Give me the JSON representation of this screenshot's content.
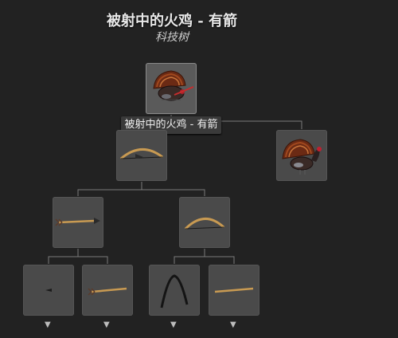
{
  "page": {
    "title": "被射中的火鸡 - 有箭",
    "subtitle": "科技树"
  },
  "tooltip": "被射中的火鸡 - 有箭",
  "nodes": [
    {
      "id": "root",
      "icon": "shot-turkey-with-arrow-icon"
    },
    {
      "id": "bow",
      "icon": "bow-icon"
    },
    {
      "id": "turkey",
      "icon": "wild-turkey-icon"
    },
    {
      "id": "arrow",
      "icon": "arrow-icon"
    },
    {
      "id": "unstrung-bow",
      "icon": "unstrung-bow-icon"
    },
    {
      "id": "arrowhead",
      "icon": "arrowhead-icon"
    },
    {
      "id": "arrow-shaft",
      "icon": "arrow-shaft-icon"
    },
    {
      "id": "bent-stick",
      "icon": "bent-stick-icon"
    },
    {
      "id": "straight-branch",
      "icon": "straight-branch-icon"
    }
  ],
  "more_marker": "▼",
  "colors": {
    "background": "#222222",
    "node": "#4a4a4a",
    "connector": "#7a7a7a"
  }
}
